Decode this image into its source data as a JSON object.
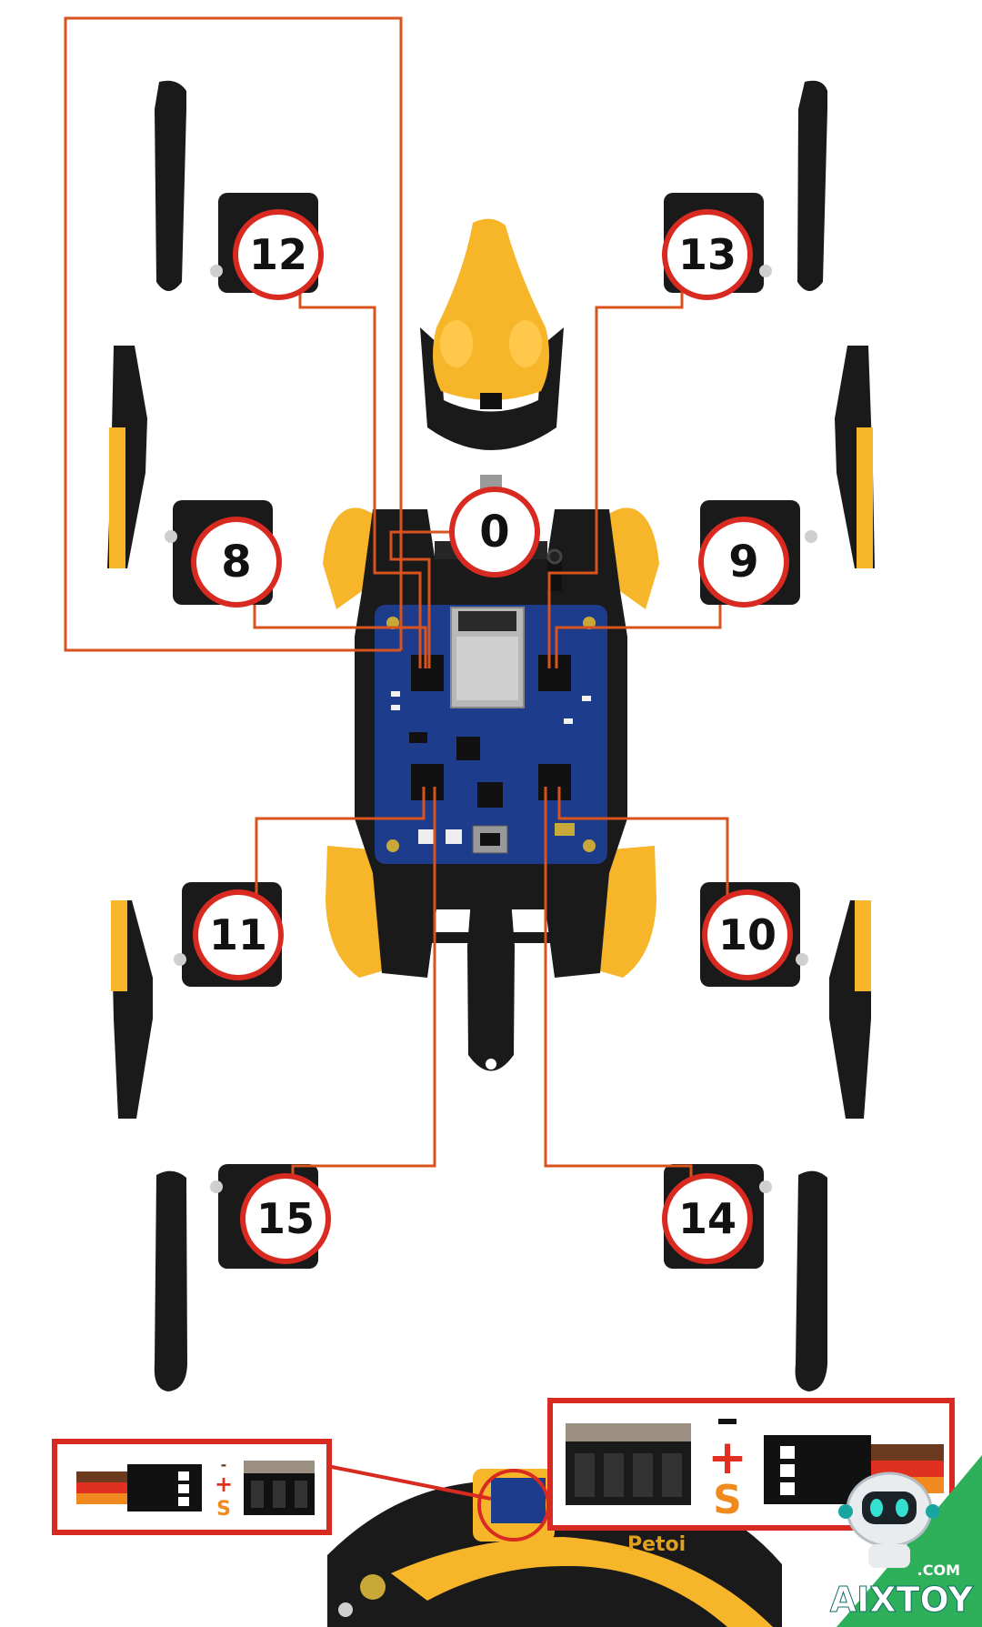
{
  "diagram": {
    "servo_labels": {
      "s0": "0",
      "s8": "8",
      "s9": "9",
      "s10": "10",
      "s11": "11",
      "s12": "12",
      "s13": "13",
      "s14": "14",
      "s15": "15"
    },
    "pin_signs": {
      "minus": "-",
      "plus": "+",
      "signal": "S"
    },
    "body_brand": "Petoi"
  },
  "brand": {
    "name": "AIXTOY",
    "domain": ".COM"
  },
  "colors": {
    "body_yellow": "#F7B52A",
    "black_part": "#1A1A1A",
    "pcb_blue": "#1D3C8C",
    "wire_orange": "#D9531E",
    "badge_red": "#D82A20",
    "cable_brown": "#6B3A1F",
    "cable_red": "#E03020",
    "cable_orange": "#F08A1E",
    "brand_teal": "#1AA6A0"
  },
  "icons": {
    "servo": "servo-motor-icon",
    "leg": "leg-link-icon",
    "robot": "robot-mascot-icon"
  }
}
